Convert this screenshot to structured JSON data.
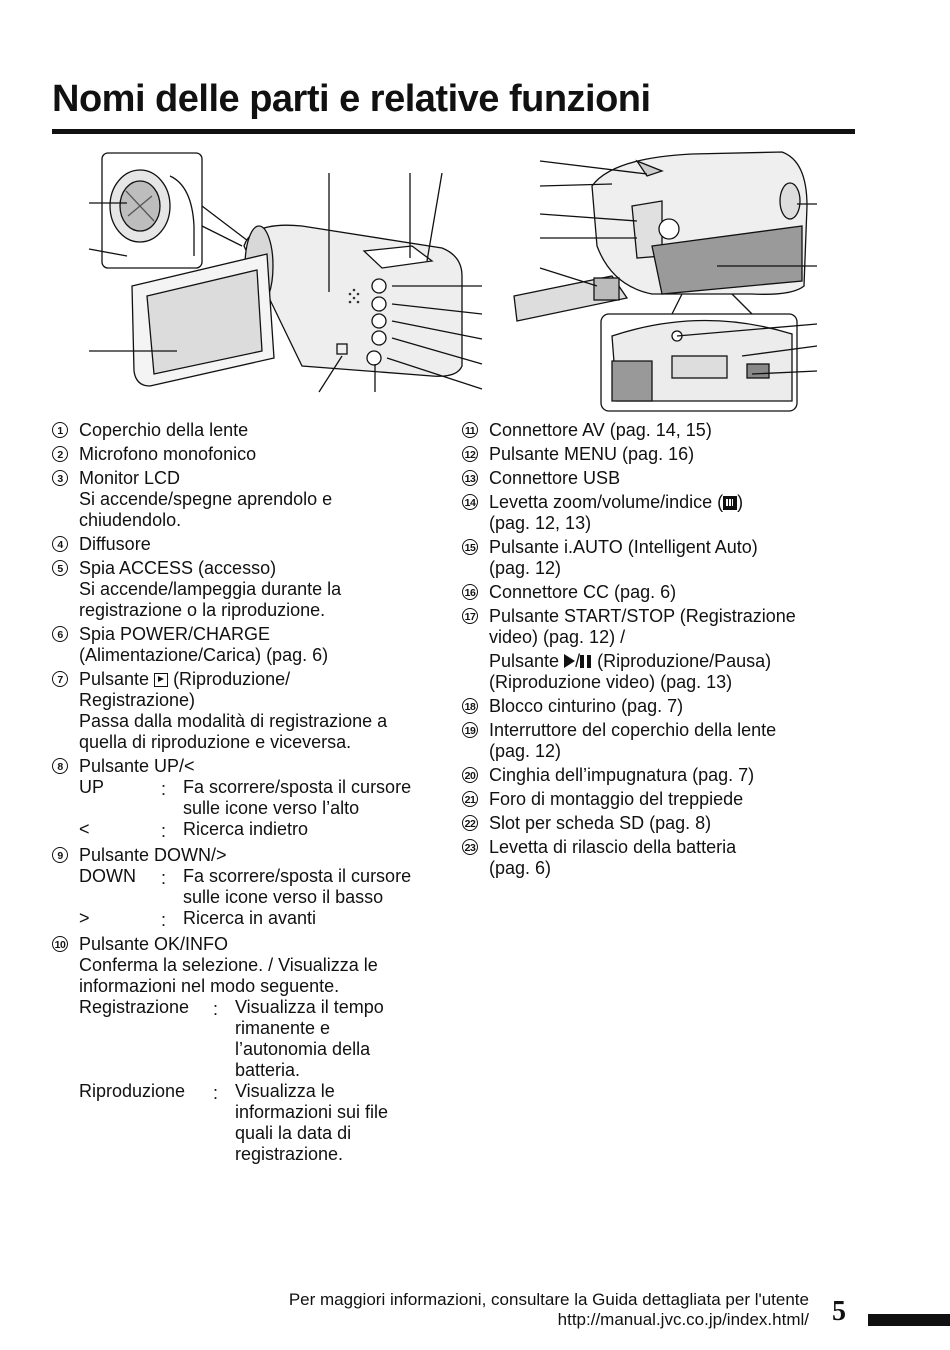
{
  "title": "Nomi delle parti e relative funzioni",
  "left_items": [
    {
      "num": "1",
      "text": "Coperchio della lente"
    },
    {
      "num": "2",
      "text": "Microfono monofonico"
    },
    {
      "num": "3",
      "text": "Monitor LCD",
      "sub": [
        "Si accende/spegne aprendolo e",
        "chiudendolo."
      ]
    },
    {
      "num": "4",
      "text": "Diffusore"
    },
    {
      "num": "5",
      "text": "Spia ACCESS (accesso)",
      "sub": [
        "Si accende/lampeggia durante la",
        "registrazione o la riproduzione."
      ]
    },
    {
      "num": "6",
      "text": "Spia POWER/CHARGE",
      "sub": [
        "(Alimentazione/Carica) (pag. 6)"
      ]
    },
    {
      "num": "7",
      "text_before": "Pulsante ",
      "icon": "play-icon",
      "text_after": " (Riproduzione/",
      "sub": [
        "Registrazione)",
        "Passa dalla modalità di registrazione a",
        "quella di riproduzione e viceversa."
      ]
    },
    {
      "num": "8",
      "text": "Pulsante UP/<",
      "defs": [
        {
          "term": "UP",
          "colon": ":",
          "desc": [
            "Fa scorrere/sposta il cursore",
            "sulle icone verso l’alto"
          ]
        },
        {
          "term": "<",
          "colon": ":",
          "desc": [
            "Ricerca indietro"
          ]
        }
      ]
    },
    {
      "num": "9",
      "text": "Pulsante DOWN/>",
      "defs": [
        {
          "term": "DOWN",
          "colon": ":",
          "desc": [
            "Fa scorrere/sposta il cursore",
            "sulle icone verso il basso"
          ]
        },
        {
          "term": ">",
          "colon": ":",
          "desc": [
            "Ricerca in avanti"
          ]
        }
      ]
    },
    {
      "num": "10",
      "text": "Pulsante OK/INFO",
      "sub": [
        "Conferma la selezione. / Visualizza le",
        "informazioni nel modo seguente."
      ],
      "defs": [
        {
          "term": "Registrazione",
          "colon": ":",
          "desc": [
            "Visualizza il tempo",
            "rimanente e",
            "l’autonomia della",
            "batteria."
          ]
        },
        {
          "term": "Riproduzione",
          "colon": ":",
          "desc": [
            "Visualizza le",
            "informazioni sui file",
            "quali la data di",
            "registrazione."
          ]
        }
      ]
    }
  ],
  "right_items": [
    {
      "num": "11",
      "lines": [
        "Connettore AV (pag. 14, 15)"
      ]
    },
    {
      "num": "12",
      "lines": [
        "Pulsante MENU (pag. 16)"
      ]
    },
    {
      "num": "13",
      "lines": [
        "Connettore USB"
      ]
    },
    {
      "num": "14",
      "first_before": "Levetta zoom/volume/indice (",
      "first_after": ")",
      "icon": "index-icon",
      "lines": [
        "(pag. 12, 13)"
      ]
    },
    {
      "num": "15",
      "lines": [
        "Pulsante i.AUTO (Intelligent Auto)",
        "(pag. 12)"
      ]
    },
    {
      "num": "16",
      "lines": [
        "Connettore CC (pag. 6)"
      ]
    },
    {
      "num": "17",
      "lines": [
        "Pulsante START/STOP (Registrazione",
        "video) (pag. 12) /"
      ],
      "play_before": "Pulsante ",
      "play_sep": "/",
      "play_after": " (Riproduzione/Pausa)",
      "play_last": "(Riproduzione video) (pag. 13)"
    },
    {
      "num": "18",
      "lines": [
        "Blocco cinturino (pag. 7)"
      ]
    },
    {
      "num": "19",
      "lines": [
        "Interruttore del coperchio della lente",
        "(pag. 12)"
      ]
    },
    {
      "num": "20",
      "lines": [
        "Cinghia dell’impugnatura (pag. 7)"
      ]
    },
    {
      "num": "21",
      "lines": [
        "Foro di montaggio del treppiede"
      ]
    },
    {
      "num": "22",
      "lines": [
        "Slot per scheda SD (pag. 8)"
      ]
    },
    {
      "num": "23",
      "lines": [
        "Levetta di rilascio della batteria",
        "(pag. 6)"
      ]
    }
  ],
  "footer": {
    "line1": "Per maggiori informazioni, consultare la Guida dettagliata per l'utente",
    "line2": "http://manual.jvc.co.jp/index.html/",
    "page": "5"
  }
}
